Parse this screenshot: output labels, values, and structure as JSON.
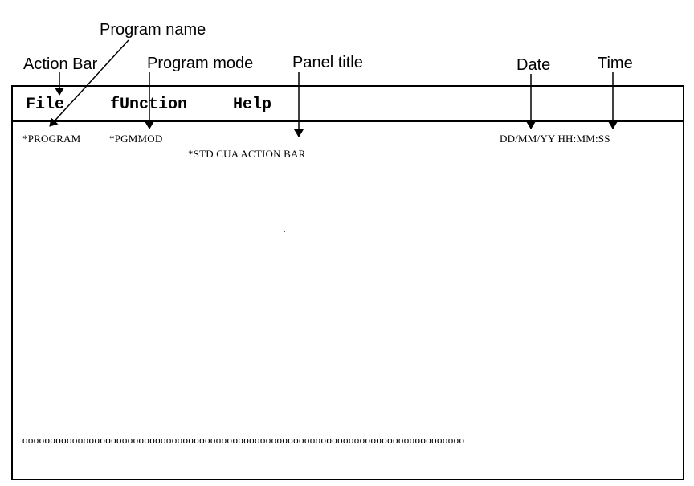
{
  "callouts": {
    "program_name": "Program name",
    "action_bar": "Action Bar",
    "program_mode": "Program mode",
    "panel_title": "Panel title",
    "date": "Date",
    "time": "Time"
  },
  "screen": {
    "menu": {
      "file": "File",
      "function": "fUnction",
      "help": "Help"
    },
    "program": "*PROGRAM",
    "program_mode": "*PGMMOD",
    "title": "*STD CUA ACTION BAR",
    "date_time": "DD/MM/YY HH:MM:SS",
    "message_line": "oooooooooooooooooooooooooooooooooooooooooooooooooooooooooooooooooooooooooooooooo"
  },
  "colors": {
    "line": "#000000",
    "background": "#ffffff"
  }
}
